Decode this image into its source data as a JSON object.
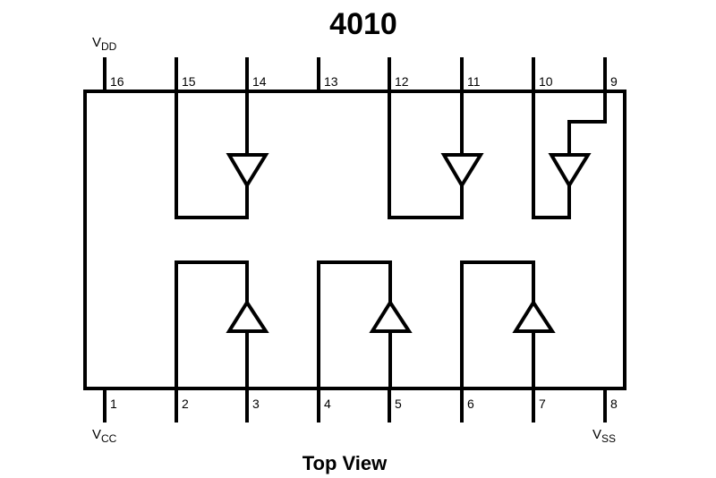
{
  "title": "4010",
  "caption": "Top View",
  "supply_labels": {
    "vdd": {
      "main": "V",
      "sub": "DD"
    },
    "vcc": {
      "main": "V",
      "sub": "CC"
    },
    "vss": {
      "main": "V",
      "sub": "SS"
    }
  },
  "top_pins": [
    "16",
    "15",
    "14",
    "13",
    "12",
    "11",
    "10",
    "9"
  ],
  "bottom_pins": [
    "1",
    "2",
    "3",
    "4",
    "5",
    "6",
    "7",
    "8"
  ],
  "colors": {
    "ink": "#000000",
    "background": "#ffffff"
  }
}
